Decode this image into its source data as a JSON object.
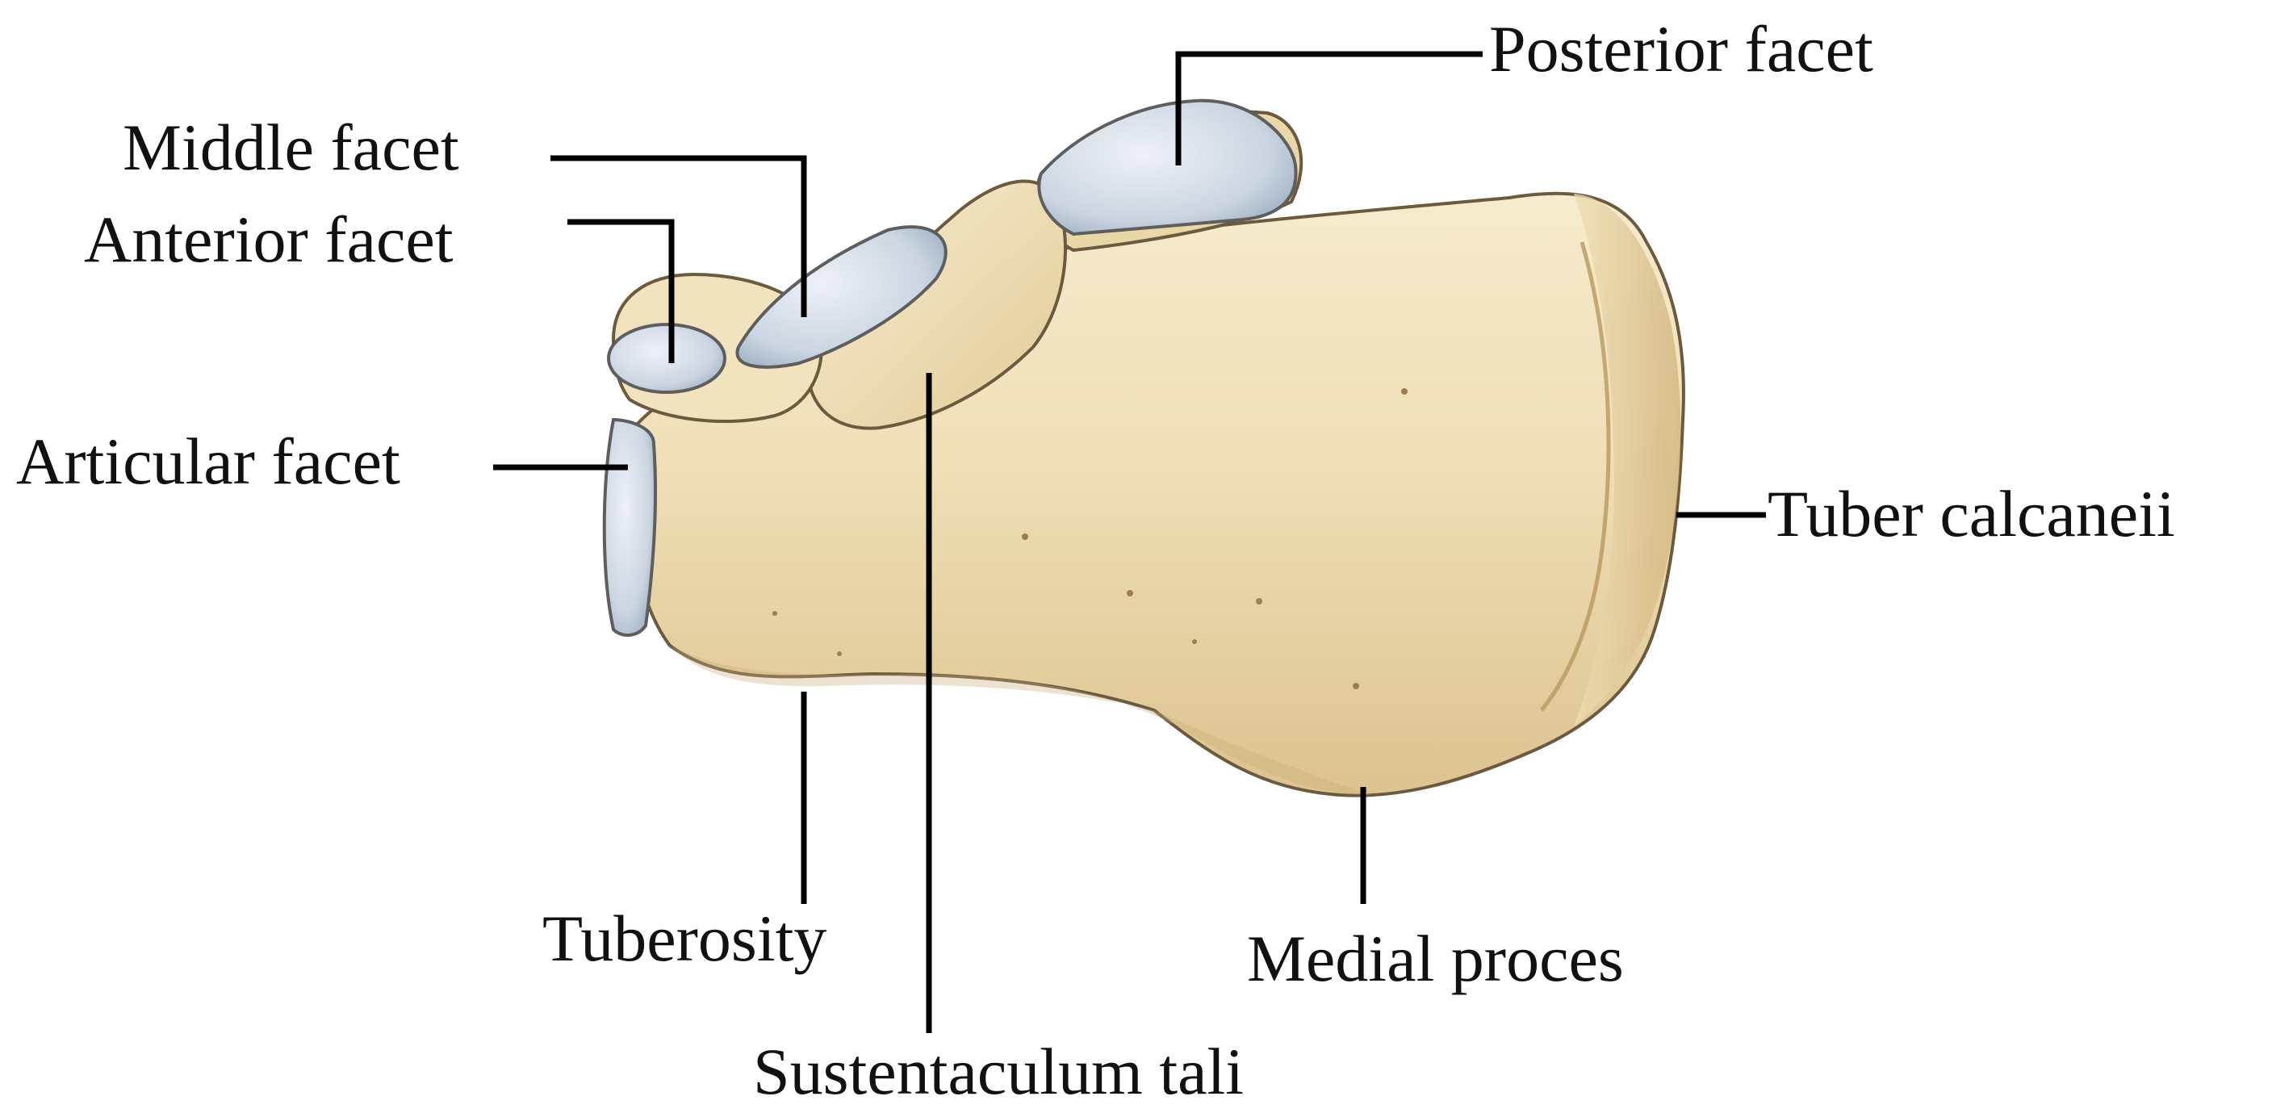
{
  "labels": {
    "posterior_facet": "Posterior facet",
    "middle_facet": "Middle facet",
    "anterior_facet": "Anterior facet",
    "articular_facet": "Articular facet",
    "tuber_calcaneii": "Tuber calcaneii",
    "tuberosity": "Tuberosity",
    "medial_proces": "Medial proces",
    "sustentaculum_tali": "Sustentaculum tali"
  },
  "colors": {
    "bone_light": "#f3e6c4",
    "bone_mid": "#e6d2a2",
    "bone_shadow": "#c9ad78",
    "facet_light": "#dfe6ee",
    "facet_shadow": "#9fb0c2",
    "line": "#000000",
    "text": "#111111",
    "background": "#ffffff"
  }
}
